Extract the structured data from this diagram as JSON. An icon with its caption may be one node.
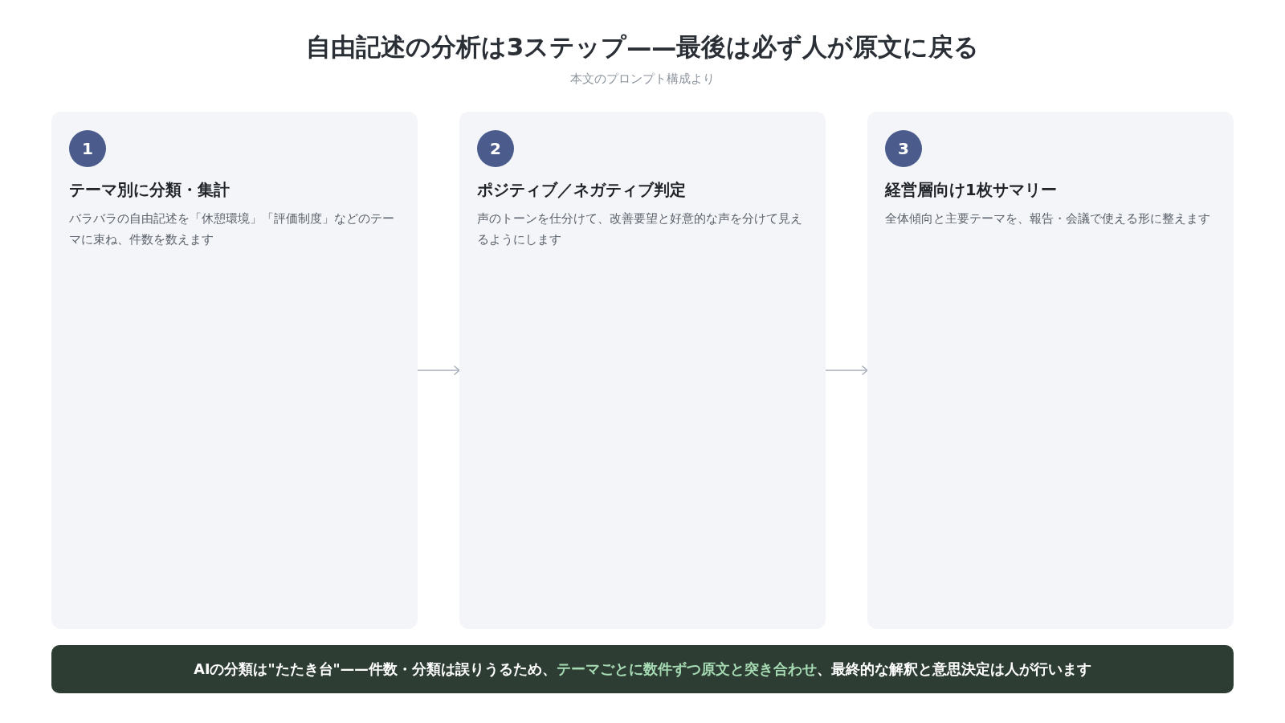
{
  "diagram": {
    "title": "自由記述の分析は3ステップ——最後は必ず人が原文に戻る",
    "nodes": [
      {
        "text": [
          "テーマ別に分類・集計",
          "バラバラの自由記述を「休憩環境」「評価制度」などのテーマに束ね、件数を数えます"
        ]
      },
      {
        "text": [
          "1"
        ],
        "in": 0
      },
      {
        "text": [
          "ポジティブ／ネガティブ判定",
          "声のトーンを仕分けて、改善要望と好意的な声を分けて見えるようにします"
        ]
      },
      {
        "text": [
          "2"
        ],
        "in": 2
      },
      {
        "text": [
          "経営層向け1枚サマリー",
          "全体傾向と主要テーマを、報告・会議で使える形に整えます"
        ]
      },
      {
        "text": [
          "3"
        ],
        "in": 4
      },
      {
        "text": [
          "AIの分類は\"たたき台\"——件数・分類は誤りうるため、**テーマごとに数件ずつ原文と突き合わせ**、最終的な解釈と意思決定は人が行います"
        ]
      }
    ],
    "edges": [
      {
        "from": 0,
        "to": 2,
        "arrow": "to"
      },
      {
        "from": 2,
        "to": 4,
        "arrow": "to"
      }
    ],
    "labels": [
      "本文のプロンプト構成より"
    ]
  }
}
